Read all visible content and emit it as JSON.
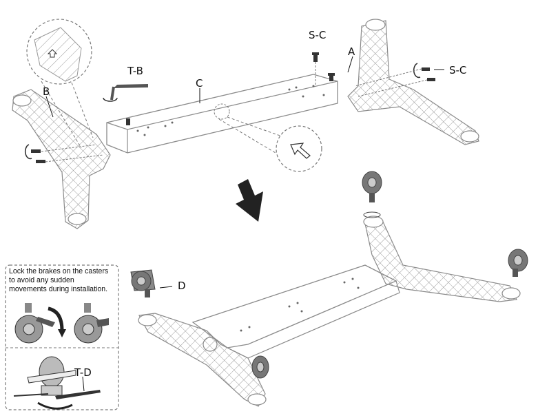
{
  "labels": {
    "part_b": "B",
    "part_c": "C",
    "part_a": "A",
    "part_d": "D",
    "tool_tb": "T-B",
    "tool_td": "T-D",
    "screw_top": "S-C",
    "screw_right": "S-C"
  },
  "note": {
    "line1": "Lock the brakes on the casters",
    "line2": "to avoid any sudden",
    "line3": "movements during installation."
  }
}
